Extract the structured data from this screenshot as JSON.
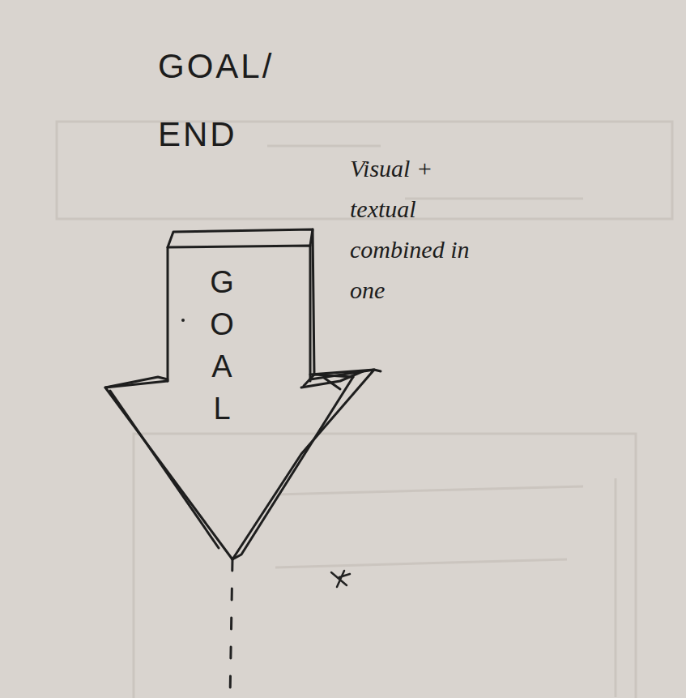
{
  "diagram": {
    "title": "GOAL/ END",
    "nodes": [
      {
        "text": [
          "GOAL"
        ]
      }
    ],
    "labels": [
      "Visual + textual combined in one"
    ]
  }
}
